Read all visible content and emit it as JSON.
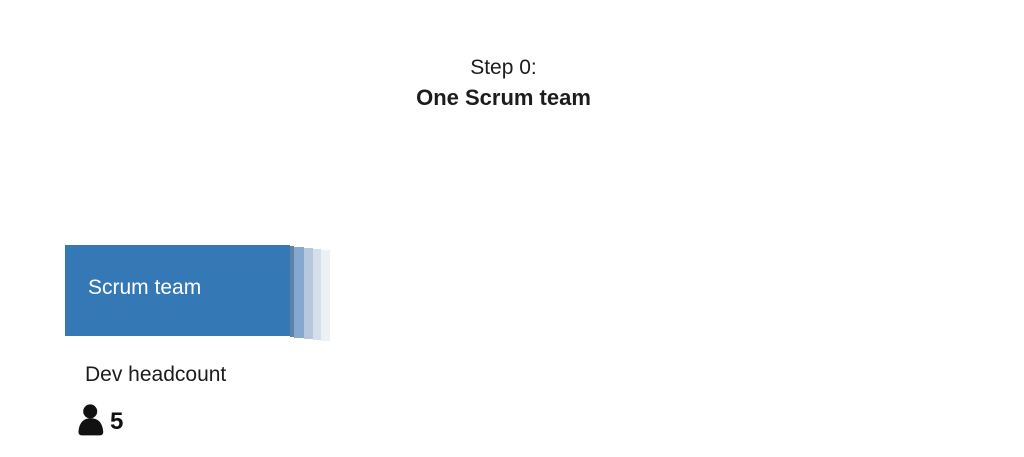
{
  "title": {
    "step": "Step 0:",
    "heading": "One Scrum team"
  },
  "team_card": {
    "label": "Scrum team",
    "fill_color": "#3578b6",
    "label_color": "#ffffff",
    "stack_stripe_colors": [
      "#5e83ab",
      "#84a8ce",
      "#b5c8dc",
      "#d4dfea",
      "#ecf1f6"
    ]
  },
  "headcount": {
    "label": "Dev headcount",
    "value": "5",
    "icon": "person-icon",
    "icon_color": "#111111"
  }
}
